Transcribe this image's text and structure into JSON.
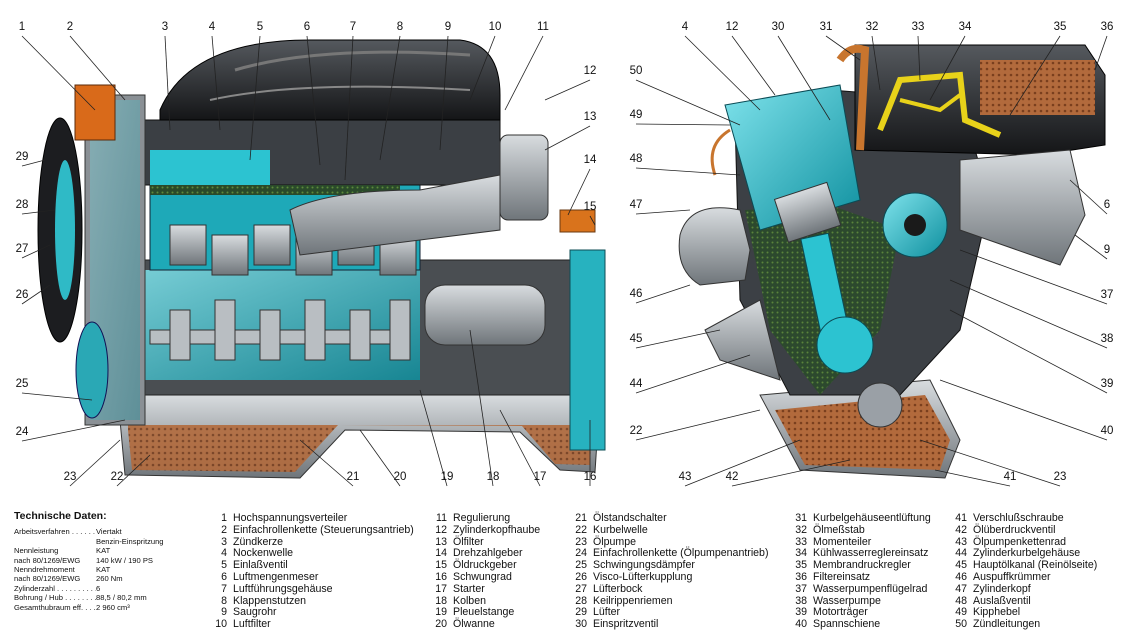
{
  "callouts_left": [
    {
      "n": "1"
    },
    {
      "n": "2"
    },
    {
      "n": "3"
    },
    {
      "n": "4"
    },
    {
      "n": "5"
    },
    {
      "n": "6"
    },
    {
      "n": "7"
    },
    {
      "n": "8"
    },
    {
      "n": "9"
    },
    {
      "n": "10"
    },
    {
      "n": "11"
    },
    {
      "n": "12"
    },
    {
      "n": "13"
    },
    {
      "n": "14"
    },
    {
      "n": "15"
    },
    {
      "n": "16"
    },
    {
      "n": "17"
    },
    {
      "n": "18"
    },
    {
      "n": "19"
    },
    {
      "n": "20"
    },
    {
      "n": "21"
    },
    {
      "n": "22"
    },
    {
      "n": "23"
    },
    {
      "n": "24"
    },
    {
      "n": "25"
    },
    {
      "n": "26"
    },
    {
      "n": "27"
    },
    {
      "n": "28"
    },
    {
      "n": "29"
    }
  ],
  "callouts_right": [
    {
      "n": "4"
    },
    {
      "n": "12"
    },
    {
      "n": "30"
    },
    {
      "n": "31"
    },
    {
      "n": "32"
    },
    {
      "n": "33"
    },
    {
      "n": "34"
    },
    {
      "n": "35"
    },
    {
      "n": "36"
    },
    {
      "n": "50"
    },
    {
      "n": "49"
    },
    {
      "n": "48"
    },
    {
      "n": "47"
    },
    {
      "n": "46"
    },
    {
      "n": "45"
    },
    {
      "n": "44"
    },
    {
      "n": "22"
    },
    {
      "n": "43"
    },
    {
      "n": "42"
    },
    {
      "n": "6"
    },
    {
      "n": "9"
    },
    {
      "n": "37"
    },
    {
      "n": "38"
    },
    {
      "n": "39"
    },
    {
      "n": "40"
    },
    {
      "n": "41"
    },
    {
      "n": "23"
    }
  ],
  "specs": {
    "title": "Technische Daten:",
    "rows": [
      {
        "k": "Arbeitsverfahren . . . . . .",
        "v": "Viertakt"
      },
      {
        "k": "",
        "v": "Benzin-Einspritzung"
      },
      {
        "k": "Nennleistung",
        "v": "KAT"
      },
      {
        "k": "  nach 80/1269/EWG",
        "v": "140 kW / 190 PS"
      },
      {
        "k": "Nenndrehmoment",
        "v": "KAT"
      },
      {
        "k": "  nach 80/1269/EWG",
        "v": "260 Nm"
      },
      {
        "k": "Zylinderzahl . . . . . . . . . .",
        "v": "6"
      },
      {
        "k": "Bohrung / Hub . . . . . . . .",
        "v": "88,5 / 80,2 mm"
      },
      {
        "k": "Gesamthubraum eff. . . . .",
        "v": "2 960 cm³"
      }
    ]
  },
  "legend": [
    [
      {
        "n": "1",
        "t": "Hochspannungsverteiler"
      },
      {
        "n": "2",
        "t": "Einfachrollenkette (Steuerungsantrieb)"
      },
      {
        "n": "3",
        "t": "Zündkerze"
      },
      {
        "n": "4",
        "t": "Nockenwelle"
      },
      {
        "n": "5",
        "t": "Einlaßventil"
      },
      {
        "n": "6",
        "t": "Luftmengenmeser"
      },
      {
        "n": "7",
        "t": "Luftführungsgehäuse"
      },
      {
        "n": "8",
        "t": "Klappenstutzen"
      },
      {
        "n": "9",
        "t": "Saugrohr"
      },
      {
        "n": "10",
        "t": "Luftfilter"
      }
    ],
    [
      {
        "n": "11",
        "t": "Regulierung"
      },
      {
        "n": "12",
        "t": "Zylinderkopfhaube"
      },
      {
        "n": "13",
        "t": "Ölfilter"
      },
      {
        "n": "14",
        "t": "Drehzahlgeber"
      },
      {
        "n": "15",
        "t": "Öldruckgeber"
      },
      {
        "n": "16",
        "t": "Schwungrad"
      },
      {
        "n": "17",
        "t": "Starter"
      },
      {
        "n": "18",
        "t": "Kolben"
      },
      {
        "n": "19",
        "t": "Pleuelstange"
      },
      {
        "n": "20",
        "t": "Ölwanne"
      }
    ],
    [
      {
        "n": "21",
        "t": "Ölstandschalter"
      },
      {
        "n": "22",
        "t": "Kurbelwelle"
      },
      {
        "n": "23",
        "t": "Ölpumpe"
      },
      {
        "n": "24",
        "t": "Einfachrollenkette (Ölpumpenantrieb)"
      },
      {
        "n": "25",
        "t": "Schwingungsdämpfer"
      },
      {
        "n": "26",
        "t": "Visco-Lüfterkupplung"
      },
      {
        "n": "27",
        "t": "Lüfterbock"
      },
      {
        "n": "28",
        "t": "Keilrippenriemen"
      },
      {
        "n": "29",
        "t": "Lüfter"
      },
      {
        "n": "30",
        "t": "Einspritzventil"
      }
    ],
    [
      {
        "n": "31",
        "t": "Kurbelgehäuseentlüftung"
      },
      {
        "n": "32",
        "t": "Ölmeßstab"
      },
      {
        "n": "33",
        "t": "Momenteiler"
      },
      {
        "n": "34",
        "t": "Kühlwasserreglereinsatz"
      },
      {
        "n": "35",
        "t": "Membrandruckregler"
      },
      {
        "n": "36",
        "t": "Filtereinsatz"
      },
      {
        "n": "37",
        "t": "Wasserpumpenflügelrad"
      },
      {
        "n": "38",
        "t": "Wasserpumpe"
      },
      {
        "n": "39",
        "t": "Motorträger"
      },
      {
        "n": "40",
        "t": "Spannschiene"
      }
    ],
    [
      {
        "n": "41",
        "t": "Verschlußschraube"
      },
      {
        "n": "42",
        "t": "Ölüberdruckventil"
      },
      {
        "n": "43",
        "t": "Ölpumpenkettenrad"
      },
      {
        "n": "44",
        "t": "Zylinderkurbelgehäuse"
      },
      {
        "n": "45",
        "t": "Hauptölkanal (Reinölseite)"
      },
      {
        "n": "46",
        "t": "Auspuffkrümmer"
      },
      {
        "n": "47",
        "t": "Zylinderkopf"
      },
      {
        "n": "48",
        "t": "Auslaßventil"
      },
      {
        "n": "49",
        "t": "Kipphebel"
      },
      {
        "n": "50",
        "t": "Zündleitungen"
      }
    ]
  ],
  "colors": {
    "coolant": "#1fb5c4",
    "oil": "#b0683a",
    "fuel": "#e8d21a",
    "metal": "#9aa0a6",
    "dark": "#222428"
  }
}
